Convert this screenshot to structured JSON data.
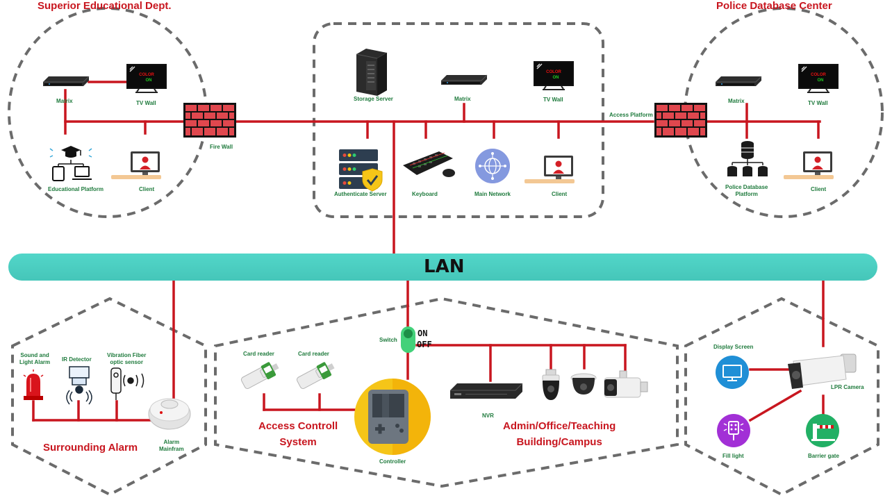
{
  "titles": {
    "superior_edu": "Superior Educational Dept.",
    "police_db": "Police Database Center",
    "lan": "LAN",
    "surrounding_alarm": "Surrounding Alarm",
    "access_control": "Access Controll\nSystem",
    "admin_campus": "Admin/Office/Teaching\nBuilding/Campus"
  },
  "labels": {
    "edu_matrix": "Matrix",
    "edu_tvwall": "TV Wall",
    "edu_platform": "Educational Platform",
    "edu_client": "Client",
    "firewall": "Fire Wall",
    "storage_server": "Storage Server",
    "center_matrix": "Matrix",
    "center_tvwall": "TV Wall",
    "authenticate_server": "Authenticate Server",
    "keyboard": "Keyboard",
    "main_network": "Main Network",
    "center_client": "Client",
    "access_platform": "Access Platform",
    "police_matrix": "Matrix",
    "police_tvwall": "TV Wall",
    "police_platform": "Police Database\nPlatform",
    "police_client": "Client",
    "sound_light_alarm": "Sound and\nLight Alarm",
    "ir_detector": "IR Detector",
    "vibration_fiber": "Vibration Fiber\noptic sensor",
    "alarm_mainframe": "Alarm\nMainfram",
    "card_reader_1": "Card reader",
    "card_reader_2": "Card  reader",
    "switch": "Switch",
    "switch_on": "ON",
    "switch_off": "OFF",
    "controller": "Controller",
    "nvr": "NVR",
    "display_screen": "Display Screen",
    "lpr_camera": "LPR Camera",
    "fill_light": "Fill light",
    "barrier_gate": "Barrier gate",
    "tv_brand_top": "COLOR",
    "tv_brand_bottom": "ON"
  },
  "colors": {
    "link_red": "#c8161f",
    "label_green": "#1e7a3c",
    "lan_teal": "#4fd1c5",
    "dash_gray": "#6b6b6b",
    "title_red": "#c8161f"
  },
  "icons": [
    "matrix-device-icon",
    "tv-wall-icon",
    "firewall-icon",
    "server-icon",
    "shield-server-icon",
    "keyboard-icon",
    "network-globe-icon",
    "client-monitor-icon",
    "database-icon",
    "siren-icon",
    "ir-detector-icon",
    "vibration-sensor-icon",
    "alarm-mainframe-icon",
    "card-reader-icon",
    "controller-icon",
    "switch-toggle-icon",
    "nvr-icon",
    "dome-camera-icon",
    "bullet-camera-icon",
    "display-screen-icon",
    "lpr-camera-icon",
    "fill-light-icon",
    "barrier-gate-icon",
    "education-platform-icon"
  ]
}
